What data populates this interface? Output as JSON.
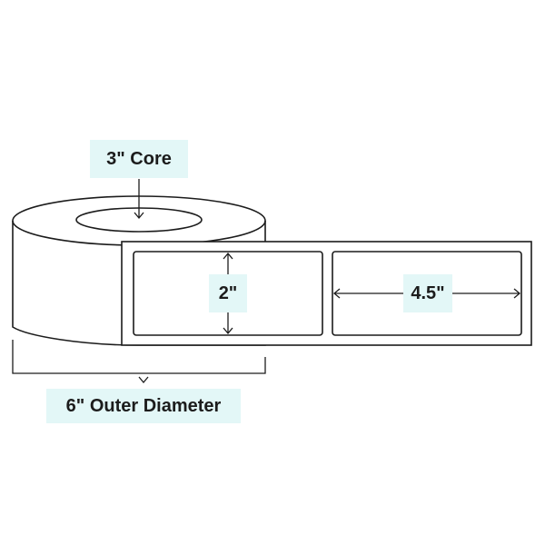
{
  "labels": {
    "core": "3\" Core",
    "label_height": "2\"",
    "label_width": "4.5\"",
    "outer_diameter": "6\" Outer Diameter"
  },
  "colors": {
    "tag_fill": "#e3f7f7",
    "line": "#1c1c1c",
    "background": "#ffffff"
  }
}
